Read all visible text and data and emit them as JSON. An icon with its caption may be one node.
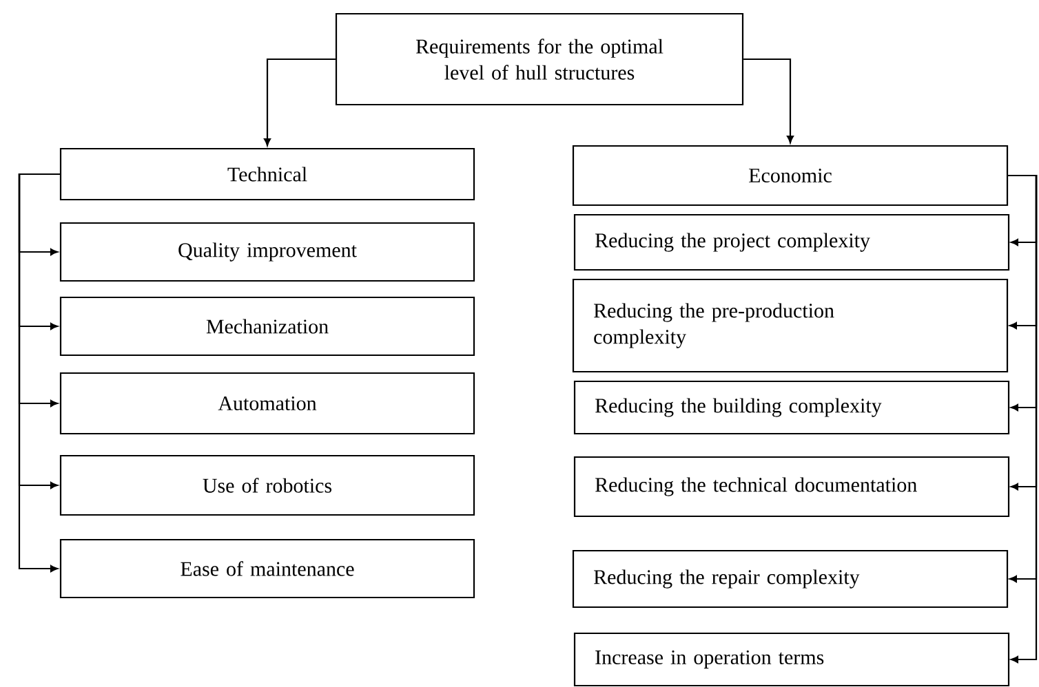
{
  "diagram": {
    "nodes": [
      {
        "text": [
          "Requirements for the optimal level of hull structures"
        ]
      },
      {
        "text": [
          "Technical"
        ]
      },
      {
        "text": [
          "Quality improvement"
        ]
      },
      {
        "text": [
          "Mechanization"
        ]
      },
      {
        "text": [
          "Automation"
        ]
      },
      {
        "text": [
          "Use of robotics"
        ]
      },
      {
        "text": [
          "Ease of maintenance"
        ]
      },
      {
        "text": [
          "Economic"
        ]
      },
      {
        "text": [
          "Reducing the project complexity"
        ]
      },
      {
        "text": [
          "Reducing the pre-production complexity"
        ]
      },
      {
        "text": [
          "Reducing the building complexity"
        ]
      },
      {
        "text": [
          "Reducing the technical documentation"
        ]
      },
      {
        "text": [
          "Reducing the repair complexity"
        ]
      },
      {
        "text": [
          "Increase in operation terms"
        ]
      }
    ],
    "edges": [
      {
        "from": 0,
        "to": 1,
        "arrow": "to"
      },
      {
        "from": 0,
        "to": 7,
        "arrow": "to"
      },
      {
        "from": 1,
        "to": 2,
        "arrow": "to"
      },
      {
        "from": 1,
        "to": 3,
        "arrow": "to"
      },
      {
        "from": 1,
        "to": 4,
        "arrow": "to"
      },
      {
        "from": 1,
        "to": 5,
        "arrow": "to"
      },
      {
        "from": 1,
        "to": 6,
        "arrow": "to"
      },
      {
        "from": 7,
        "to": 8,
        "arrow": "to"
      },
      {
        "from": 7,
        "to": 9,
        "arrow": "to"
      },
      {
        "from": 7,
        "to": 10,
        "arrow": "to"
      },
      {
        "from": 7,
        "to": 11,
        "arrow": "to"
      },
      {
        "from": 7,
        "to": 12,
        "arrow": "to"
      },
      {
        "from": 7,
        "to": 13,
        "arrow": "to"
      }
    ]
  }
}
